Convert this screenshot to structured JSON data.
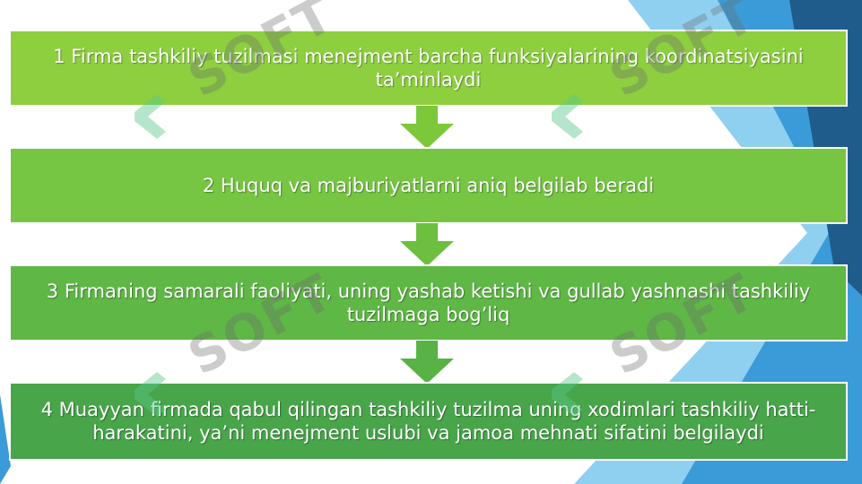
{
  "colors": {
    "box1": "#8dcf3f",
    "box2": "#76c543",
    "box3": "#5fb746",
    "box4": "#48a54a",
    "arrow": "#7cc83a",
    "blue_dark": "#1f5c8c",
    "blue_mid": "#2f86c6",
    "blue_light": "#5ab4e6"
  },
  "steps": [
    {
      "text": "1 Firma tashkiliy tuzilmasi menejment barcha funksiyalarining koordinatsiyasini ta’minlaydi"
    },
    {
      "text": "2 Huquq va majburiyatlarni aniq belgilab beradi"
    },
    {
      "text": "3 Firmaning samarali faoliyati, uning yashab ketishi va gullab yashnashi tashkiliy tuzilmaga bog’liq"
    },
    {
      "text": "4 Muayyan firmada qabul qilingan tashkiliy tuzilma uning xodimlari tashkiliy hatti-harakatini, ya’ni menejment uslubi va jamoa mehnati sifatini belgilaydi"
    }
  ],
  "watermark": {
    "text": "SOFT"
  }
}
